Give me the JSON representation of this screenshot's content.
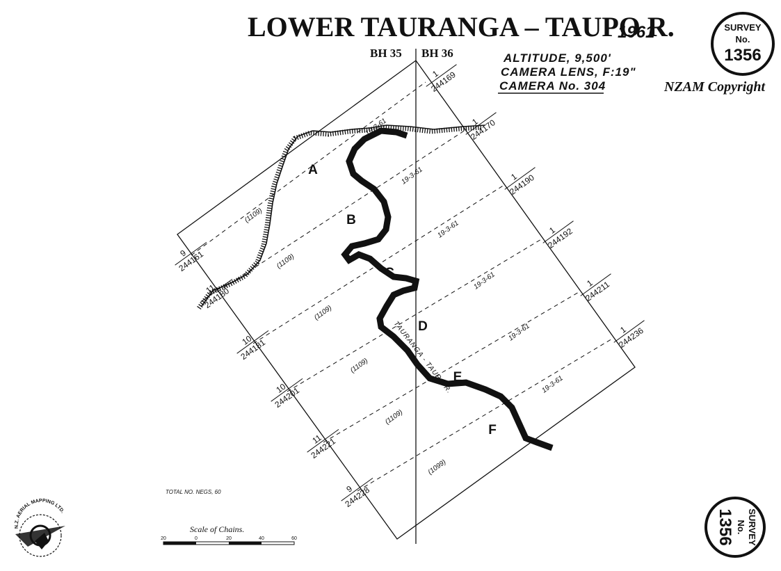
{
  "header": {
    "title": "LOWER TAURANGA – TAUPO R.",
    "year": "1961",
    "bh_left": "BH 35",
    "bh_right": "BH 36"
  },
  "info": {
    "altitude": "ALTITUDE, 9,500'",
    "lens": "CAMERA LENS, F:19\"",
    "camera": "CAMERA No. 304"
  },
  "copyright": "NZAM Copyright",
  "stamp_top": {
    "line1": "SURVEY",
    "line2": "No.",
    "line3": "1356"
  },
  "stamp_bottom": {
    "line1": "SURVEY",
    "line2": "No.",
    "line3": "1356"
  },
  "runs": [
    {
      "letter": "A",
      "date": "19-3-61",
      "altitude": "(1109)",
      "start_count": "9",
      "start_photo": "244161",
      "end_count": "1",
      "end_photo": "244169"
    },
    {
      "letter": "B",
      "date": "19-3-61",
      "altitude": "(1109)",
      "start_count": "11",
      "start_photo": "244180",
      "end_count": "1",
      "end_photo": "244170"
    },
    {
      "letter": "C",
      "date": "19-3-61",
      "altitude": "(1109)",
      "start_count": "10",
      "start_photo": "244181",
      "end_count": "1",
      "end_photo": "244190"
    },
    {
      "letter": "D",
      "date": "19-3-61",
      "altitude": "(1109)",
      "start_count": "10",
      "start_photo": "244201",
      "end_count": "1",
      "end_photo": "244192"
    },
    {
      "letter": "E",
      "date": "19-3-61",
      "altitude": "(1109)",
      "start_count": "11",
      "start_photo": "244221",
      "end_count": "1",
      "end_photo": "244211"
    },
    {
      "letter": "F",
      "date": "19-3-61",
      "altitude": "(1099)",
      "start_count": "9",
      "start_photo": "244228",
      "end_count": "1",
      "end_photo": "244236"
    }
  ],
  "river_label": "TAURANGA - TAUPO R.",
  "total_negs": "TOTAL NO. NEGS, 60",
  "scale": {
    "title": "Scale of Chains.",
    "ticks": [
      "20",
      "0",
      "20",
      "40",
      "60"
    ]
  },
  "logo": {
    "text": "N.Z. AERIAL MAPPING LTD."
  },
  "colors": {
    "ink": "#111111",
    "paper": "#ffffff"
  }
}
